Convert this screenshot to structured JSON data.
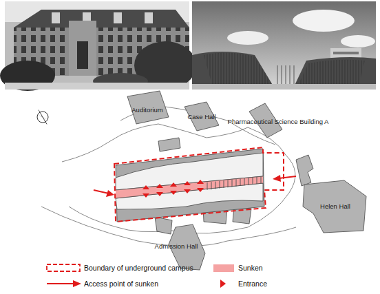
{
  "diagram": {
    "nodes": [
      {
        "text": [
          "Auditorium"
        ]
      },
      {
        "text": [
          "Case Hall"
        ]
      },
      {
        "text": [
          "Pharmaceutical Science Building A"
        ]
      },
      {
        "text": [
          "Helen Hall"
        ]
      },
      {
        "text": [
          "Admission Hall"
        ]
      }
    ],
    "legend": [
      {
        "text": "Boundary of underground campus"
      },
      {
        "text": "Sunken",
        "color": "#f5a3a3"
      },
      {
        "text": "Access point of sunken"
      },
      {
        "text": "Entrance"
      }
    ]
  }
}
